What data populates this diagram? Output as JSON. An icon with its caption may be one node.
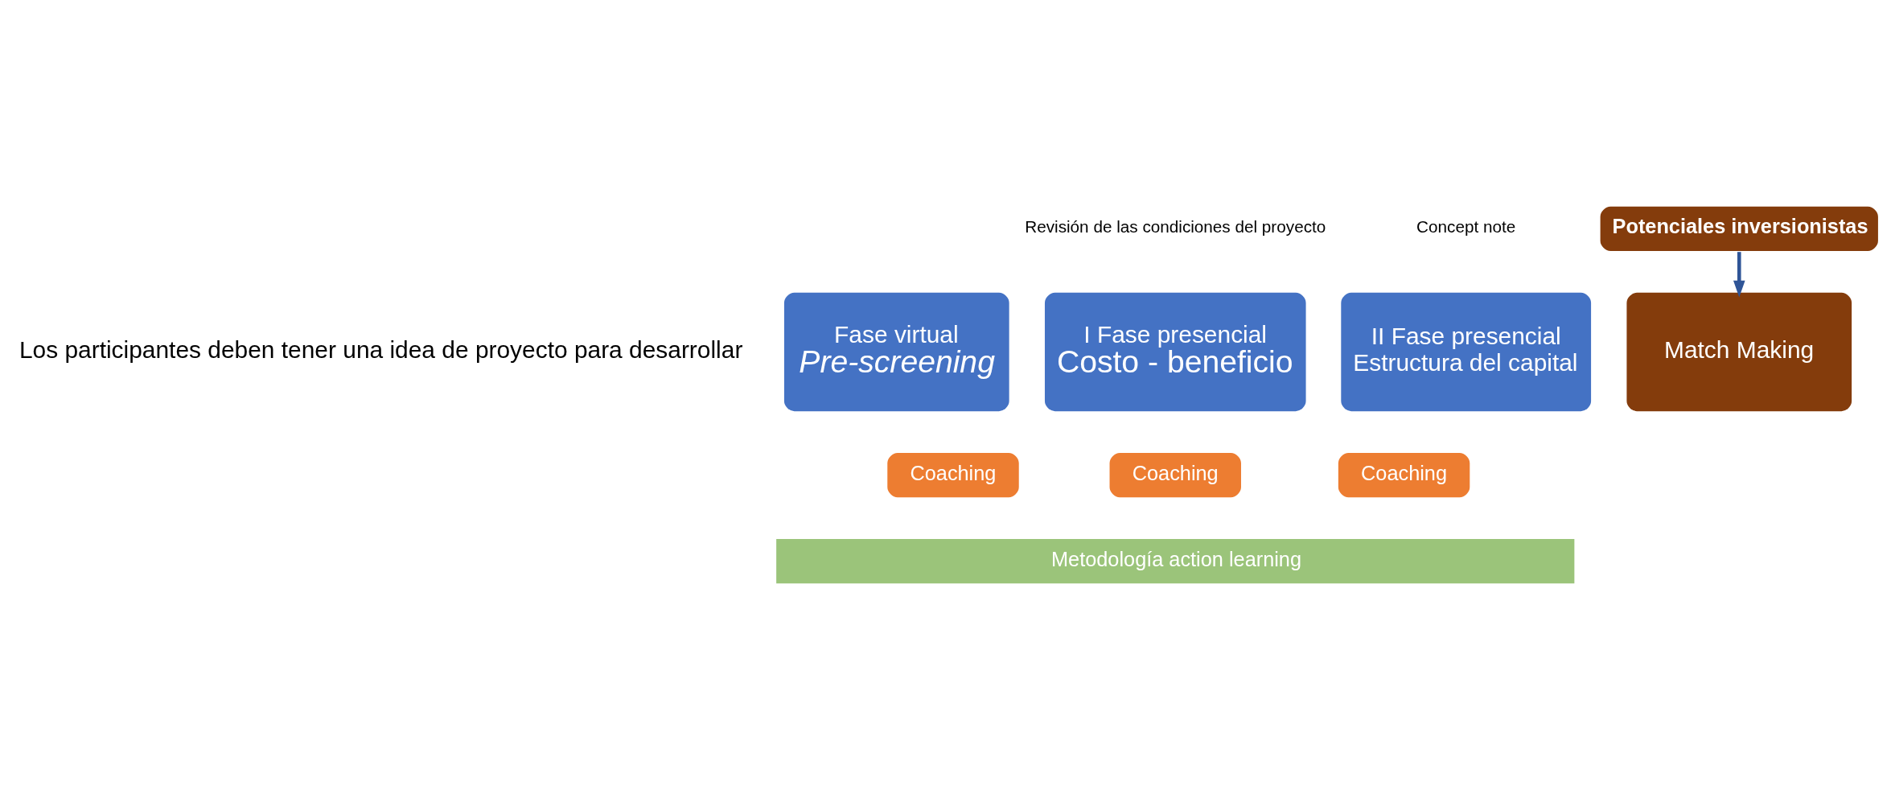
{
  "diagram": {
    "nodes": [
      {
        "text": [
          "Fase virtual",
          "Pre-screening"
        ]
      },
      {
        "text": [
          "I Fase presencial",
          "Costo - beneficio"
        ]
      },
      {
        "text": [
          "II Fase presencial",
          "Estructura del capital"
        ]
      },
      {
        "text": [
          "Match Making"
        ]
      },
      {
        "text": [
          "Potenciales inversionistas"
        ]
      },
      {
        "text": [
          "Coaching"
        ]
      },
      {
        "text": [
          "Coaching"
        ]
      },
      {
        "text": [
          "Coaching"
        ]
      },
      {
        "text": [
          "Metodología action learning"
        ]
      }
    ],
    "edges": [
      {
        "from": 4,
        "to": 3,
        "arrow": "to"
      }
    ],
    "labels": [
      "Los participantes deben tener una idea de proyecto para desarrollar",
      "Revisión de las condiciones del proyecto",
      "Concept note"
    ]
  }
}
